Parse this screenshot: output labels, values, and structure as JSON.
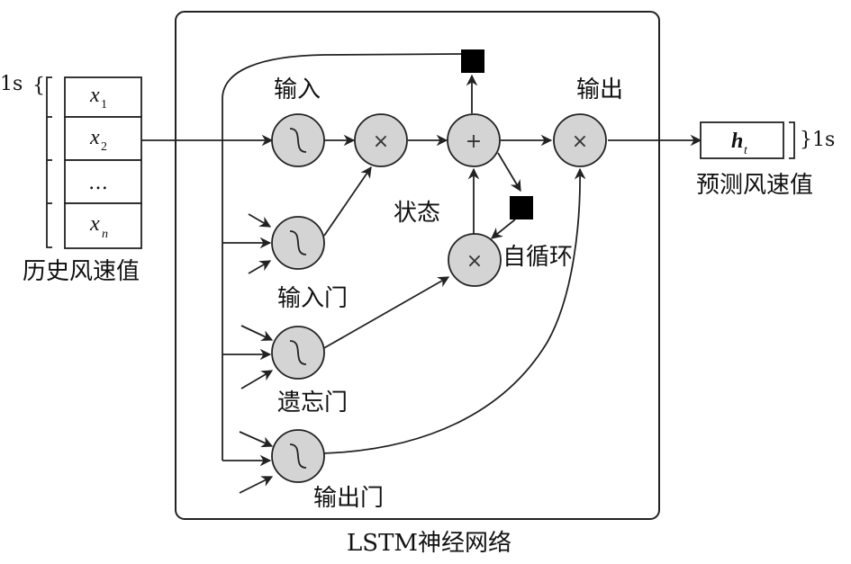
{
  "inputs": {
    "prefix": "1s",
    "items": [
      {
        "var": "x",
        "sub": "1"
      },
      {
        "var": "x",
        "sub": "2"
      },
      {
        "var": "…",
        "sub": ""
      },
      {
        "var": "x",
        "sub": "n"
      }
    ],
    "caption": "历史风速值"
  },
  "output": {
    "var": "h",
    "sub": "t",
    "suffix": "}1s",
    "caption": "预测风速值"
  },
  "network": {
    "title": "LSTM神经网络",
    "labels": {
      "input": "输入",
      "input_gate": "输入门",
      "forget_gate": "遗忘门",
      "output_gate": "输出门",
      "state": "状态",
      "self_loop": "自循环",
      "output": "输出"
    },
    "ops": {
      "mul": "×",
      "add": "+"
    }
  }
}
